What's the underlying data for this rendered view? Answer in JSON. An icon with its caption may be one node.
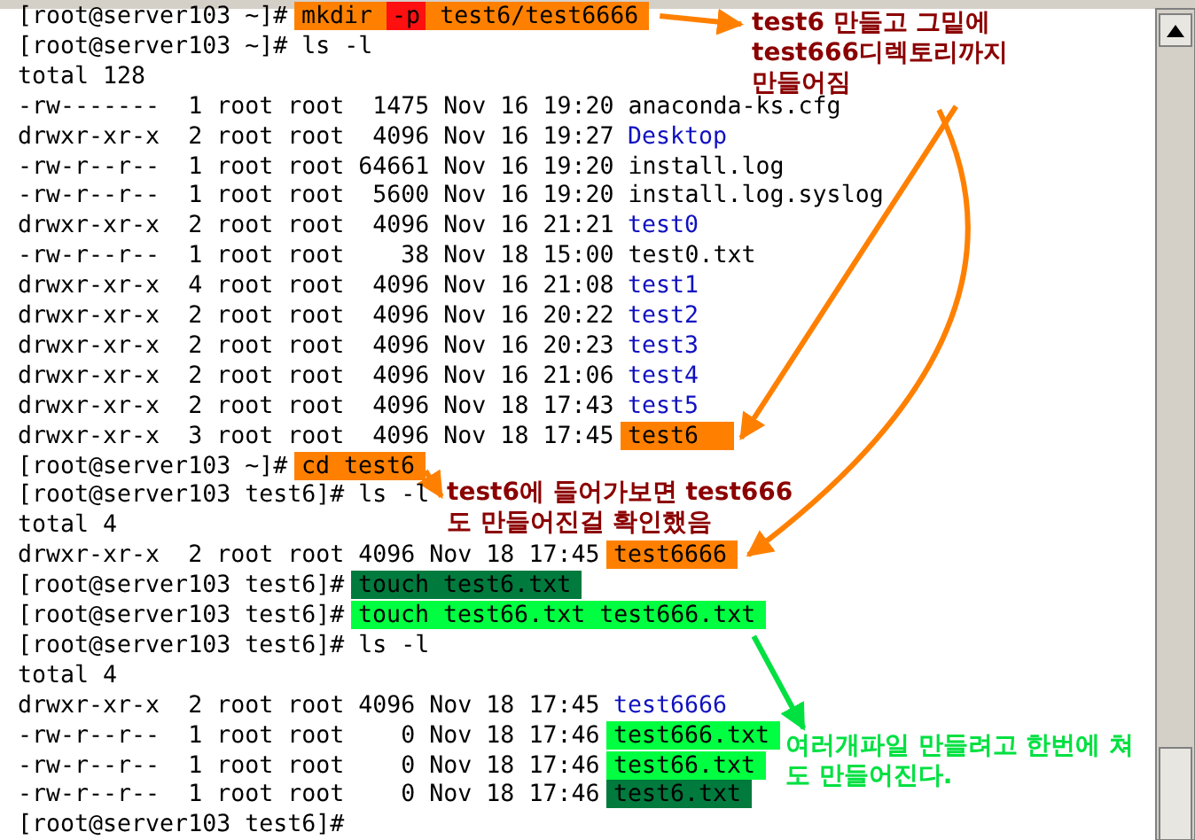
{
  "diagram": {
    "nodes": [
      {
        "text": [
          "mkdir",
          "-p",
          "test6/test6666"
        ]
      },
      {
        "text": [
          "test6 만들고 그밑에 test666디렉토리까지 만들어짐"
        ]
      },
      {
        "text": [
          "test6"
        ]
      },
      {
        "text": [
          "cd test6"
        ]
      },
      {
        "text": [
          "test6에 들어가보면 test666도 만들어진걸 확인했음"
        ]
      },
      {
        "text": [
          "test6666"
        ]
      },
      {
        "text": [
          "touch test6.txt"
        ]
      },
      {
        "text": [
          "touch test66.txt test666.txt"
        ]
      },
      {
        "text": [
          "test666.txt"
        ]
      },
      {
        "text": [
          "test66.txt"
        ]
      },
      {
        "text": [
          "test6.txt"
        ]
      },
      {
        "text": [
          "여러개파일 만들려고 한번에 쳐도 만들어진다."
        ]
      }
    ],
    "edges": [
      {
        "from": 0,
        "to": 1,
        "arrow": "to"
      },
      {
        "from": 1,
        "to": 2,
        "arrow": "to"
      },
      {
        "from": 1,
        "to": 5,
        "arrow": "to"
      },
      {
        "from": 3,
        "to": 4,
        "arrow": "to"
      },
      {
        "from": 7,
        "to": 11,
        "arrow": "to",
        "color": "#00e040"
      }
    ],
    "labels": [
      "[root@server103 ~]#",
      "[root@server103 ~]# ls -l",
      "total 128",
      "-rw-------  1 root root  1475 Nov 16 19:20 anaconda-ks.cfg",
      "drwxr-xr-x  2 root root  4096 Nov 16 19:27",
      "Desktop",
      "-rw-r--r--  1 root root 64661 Nov 16 19:20 install.log",
      "-rw-r--r--  1 root root  5600 Nov 16 19:20 install.log.syslog",
      "drwxr-xr-x  2 root root  4096 Nov 16 21:21",
      "test0",
      "-rw-r--r--  1 root root    38 Nov 18 15:00 test0.txt",
      "drwxr-xr-x  4 root root  4096 Nov 16 21:08",
      "test1",
      "drwxr-xr-x  2 root root  4096 Nov 16 20:22",
      "test2",
      "drwxr-xr-x  2 root root  4096 Nov 16 20:23",
      "test3",
      "drwxr-xr-x  2 root root  4096 Nov 16 21:06",
      "test4",
      "drwxr-xr-x  2 root root  4096 Nov 18 17:43",
      "test5",
      "drwxr-xr-x  3 root root  4096 Nov 18 17:45",
      "[root@server103 ~]#",
      "[root@server103 test6]# ls -l",
      "total 4",
      "drwxr-xr-x  2 root root 4096 Nov 18 17:45",
      "[root@server103 test6]#",
      "[root@server103 test6]#",
      "[root@server103 test6]# ls -l",
      "total 4",
      "drwxr-xr-x  2 root root 4096 Nov 18 17:45",
      "test6666",
      "-rw-r--r--  1 root root    0 Nov 18 17:46",
      "-rw-r--r--  1 root root    0 Nov 18 17:46",
      "-rw-r--r--  1 root root    0 Nov 18 17:46",
      "[root@server103 test6]#"
    ]
  }
}
